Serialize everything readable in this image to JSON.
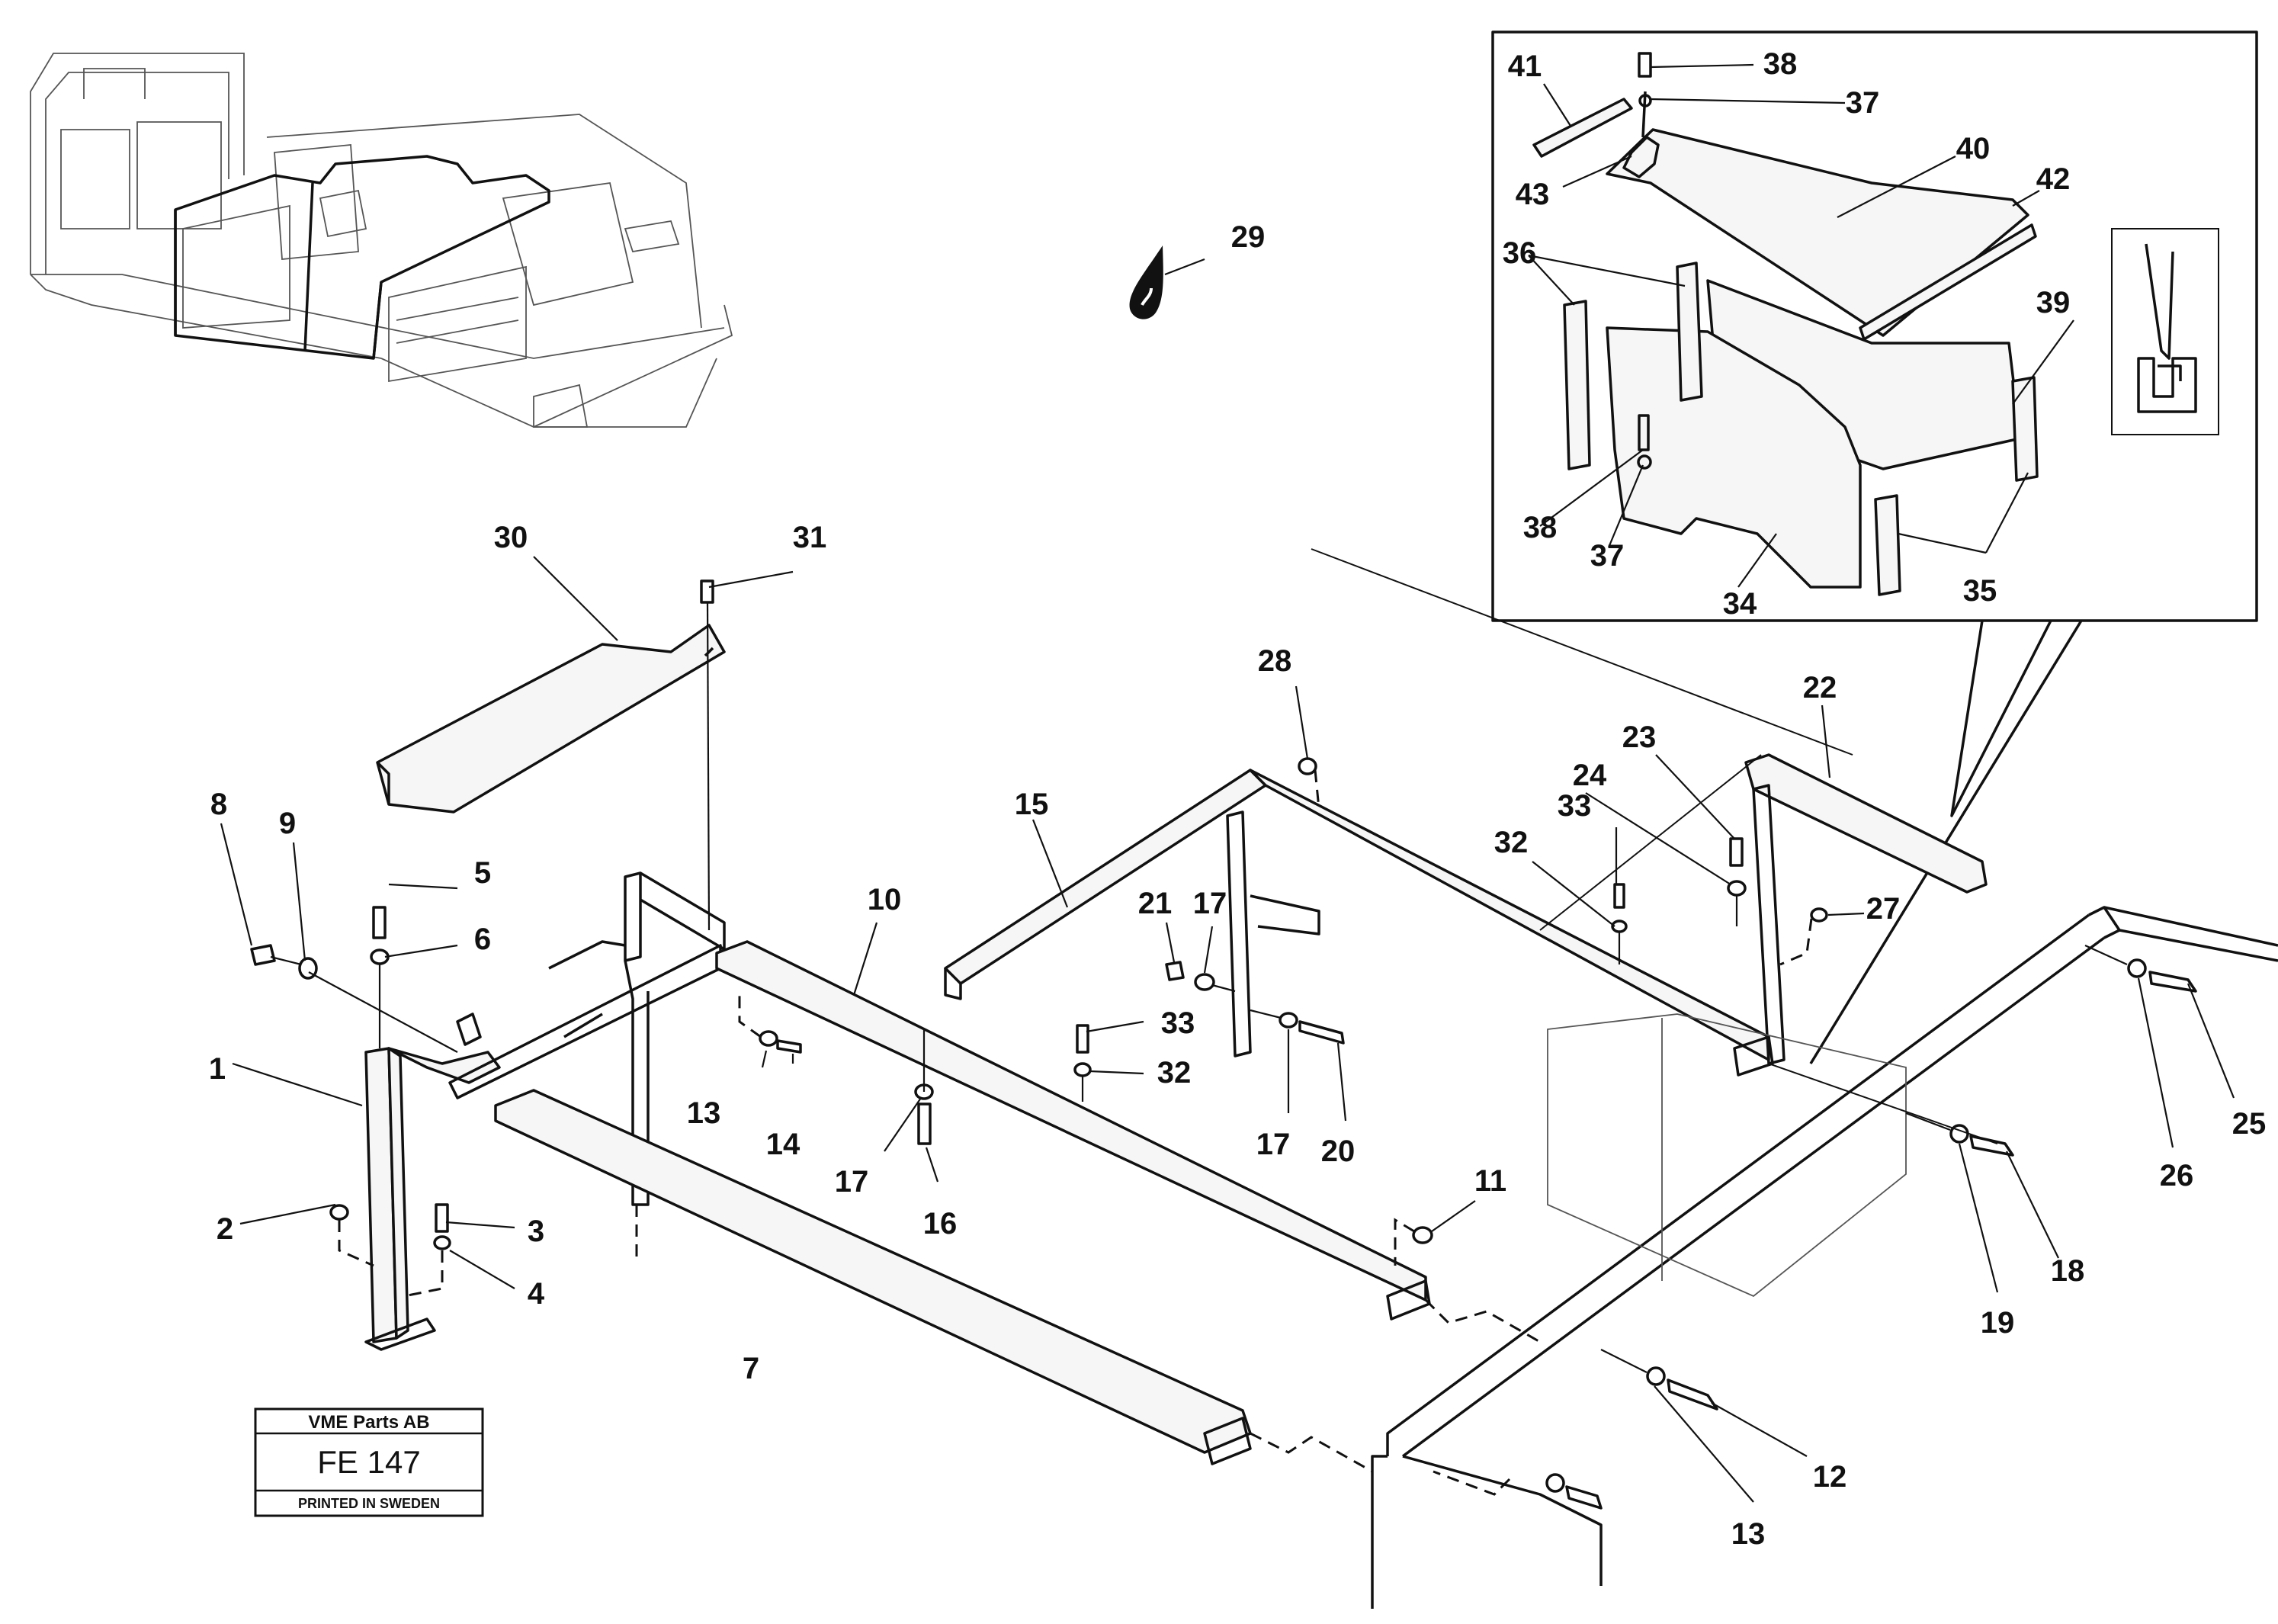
{
  "stamp": {
    "company": "VME Parts AB",
    "code": "FE 147",
    "printed": "PRINTED IN SWEDEN"
  },
  "callouts": [
    "1",
    "2",
    "3",
    "4",
    "5",
    "6",
    "7",
    "8",
    "9",
    "10",
    "11",
    "12",
    "13",
    "13",
    "14",
    "15",
    "16",
    "17",
    "17",
    "17",
    "18",
    "19",
    "20",
    "21",
    "22",
    "23",
    "24",
    "25",
    "26",
    "27",
    "28",
    "29",
    "30",
    "31",
    "32",
    "32",
    "33",
    "33",
    "34",
    "35",
    "36",
    "37",
    "37",
    "38",
    "38",
    "39",
    "40",
    "41",
    "42",
    "43"
  ],
  "icons": {
    "fluid": "oil-drop-icon"
  }
}
